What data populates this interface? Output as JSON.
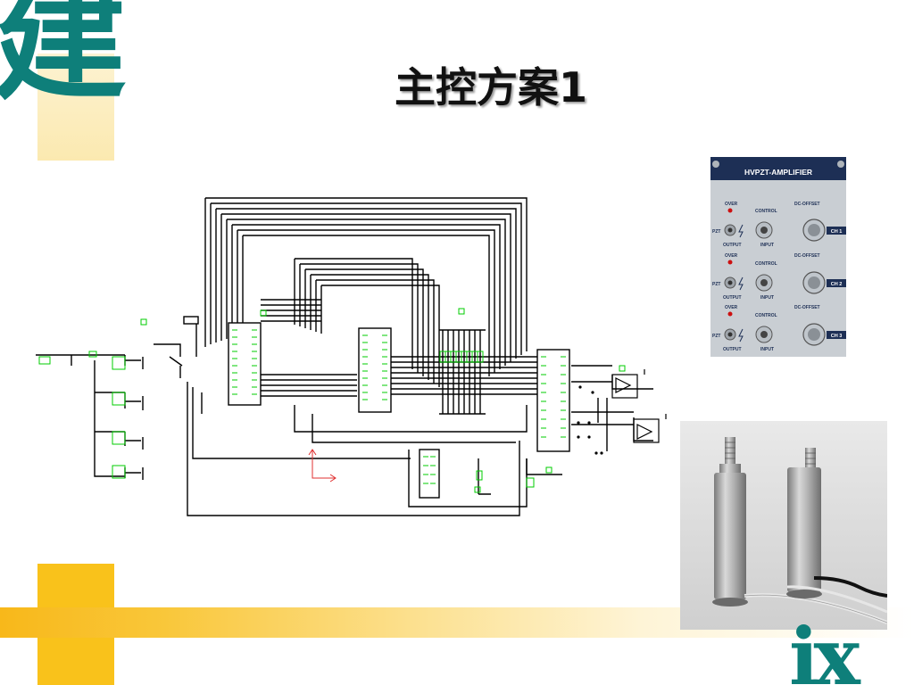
{
  "slide": {
    "title": "主控方案1",
    "corner_glyph_top": "建",
    "corner_glyph_bottom": "ix"
  },
  "amplifier": {
    "header": "HVPZT-AMPLIFIER",
    "channels": [
      {
        "over": "OVER",
        "control": "CONTROL",
        "offset": "DC-OFFSET",
        "pzt": "PZT",
        "output": "OUTPUT",
        "input": "INPUT",
        "ch": "CH 1"
      },
      {
        "over": "OVER",
        "control": "CONTROL",
        "offset": "DC-OFFSET",
        "pzt": "PZT",
        "output": "OUTPUT",
        "input": "INPUT",
        "ch": "CH 2"
      },
      {
        "over": "OVER",
        "control": "CONTROL",
        "offset": "DC-OFFSET",
        "pzt": "PZT",
        "output": "OUTPUT",
        "input": "INPUT",
        "ch": "CH 3"
      }
    ]
  },
  "colors": {
    "accent_teal": "#0e7f7a",
    "accent_yellow": "#f9c21b",
    "schematic_wire": "#000000",
    "schematic_component": "#00cc00",
    "schematic_marker": "#e03030"
  }
}
